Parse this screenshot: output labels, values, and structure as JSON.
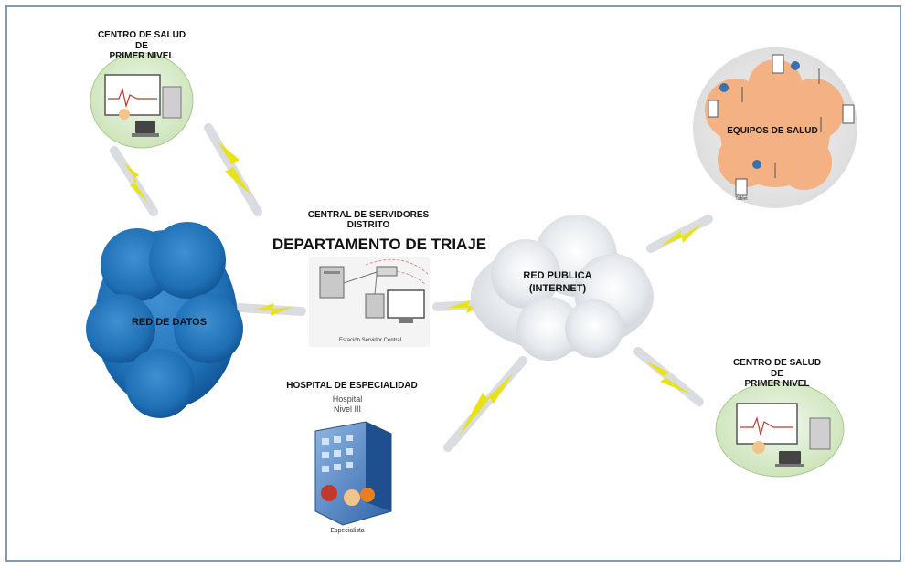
{
  "colors": {
    "border": "#7f9bb8",
    "cloud_blue": "#1f6fb5",
    "cloud_orange": "#f4b183",
    "cloud_gray": "#e3e7ec",
    "bolt": "#e8e21a",
    "bubble_green": "#d7ebc9"
  },
  "nodes": {
    "centro_top": {
      "title": [
        "CENTRO DE SALUD",
        "DE",
        "PRIMER NIVEL"
      ]
    },
    "centro_bottom": {
      "title": [
        "CENTRO DE SALUD",
        "DE",
        "PRIMER NIVEL"
      ]
    },
    "red_datos": {
      "label": "RED DE DATOS"
    },
    "central": {
      "title1": "CENTRAL DE SERVIDORES",
      "title2": "DISTRITO",
      "title3": "DEPARTAMENTO DE TRIAJE",
      "caption": "Estación Servidor Central"
    },
    "red_publica": {
      "label1": "RED PUBLICA",
      "label2": "(INTERNET)"
    },
    "equipos": {
      "label": "EQUIPOS DE SALUD",
      "caption": "Tablet"
    },
    "hospital": {
      "title": "HOSPITAL DE ESPECIALIDAD",
      "sub1": "Hospital",
      "sub2": "Nivel III",
      "caption": "Especialista"
    }
  },
  "icons": [
    "lightning-bolt-icon",
    "cloud-icon",
    "server-icon",
    "monitor-icon",
    "laptop-icon",
    "hospital-building-icon",
    "tablet-icon",
    "antenna-icon",
    "doctor-icon"
  ]
}
